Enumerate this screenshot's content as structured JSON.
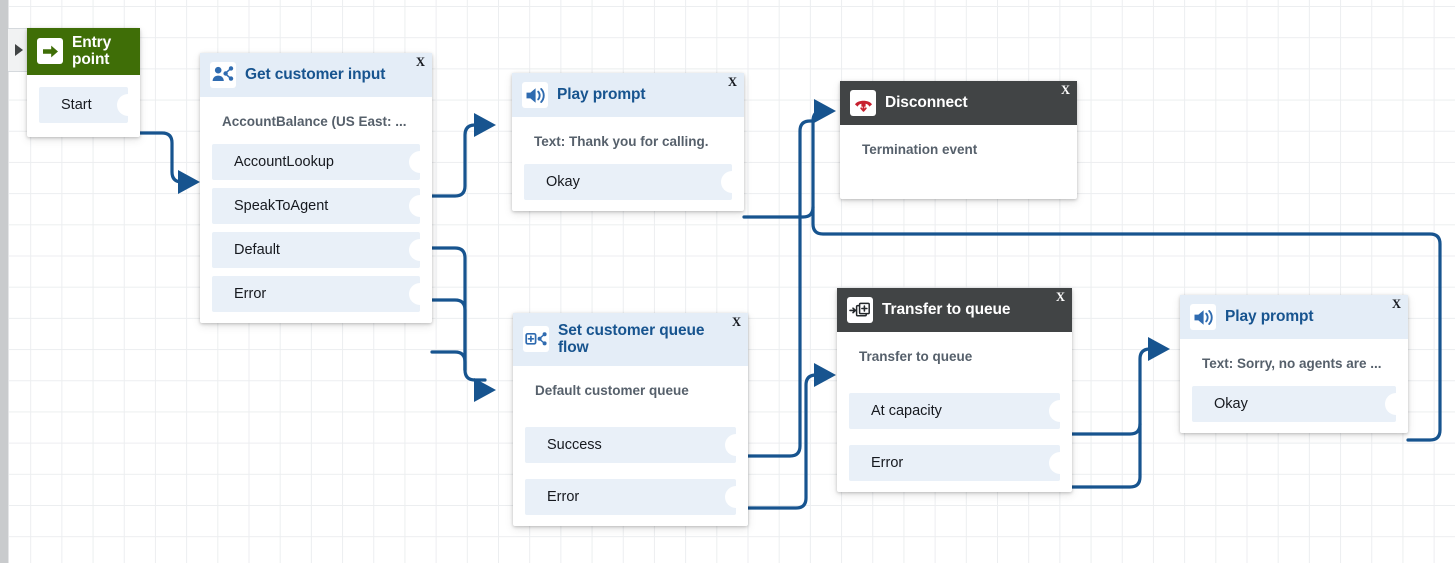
{
  "canvas": {
    "collapse_handle_icon": "triangle-right-icon",
    "grid": "light-grid"
  },
  "colors": {
    "wire": "#17548f",
    "header_blue_bg": "#e4edf7",
    "header_blue_text": "#17548f",
    "header_dark_bg": "#414445",
    "header_green_bg": "#3f6e07",
    "port_bg": "#e9f0f8",
    "subtitle_text": "#56606b"
  },
  "nodes": {
    "entry_point": {
      "title": "Entry point",
      "icon": "arrow-right-icon",
      "ports": [
        {
          "label": "Start"
        }
      ]
    },
    "get_customer_input": {
      "title": "Get customer input",
      "icon": "customer-input-icon",
      "close_label": "X",
      "subtitle": "AccountBalance (US East: ...",
      "ports": [
        {
          "label": "AccountLookup"
        },
        {
          "label": "SpeakToAgent"
        },
        {
          "label": "Default"
        },
        {
          "label": "Error"
        }
      ]
    },
    "play_prompt_thanks": {
      "title": "Play prompt",
      "icon": "speaker-icon",
      "close_label": "X",
      "subtitle": "Text: Thank you for calling.",
      "ports": [
        {
          "label": "Okay"
        }
      ]
    },
    "disconnect": {
      "title": "Disconnect",
      "icon": "phone-hangup-icon",
      "close_label": "X",
      "subtitle": "Termination event",
      "ports": []
    },
    "set_customer_queue_flow": {
      "title": "Set customer queue flow",
      "icon": "set-queue-flow-icon",
      "close_label": "X",
      "subtitle": "Default customer queue",
      "ports": [
        {
          "label": "Success"
        },
        {
          "label": "Error"
        }
      ]
    },
    "transfer_to_queue": {
      "title": "Transfer to queue",
      "icon": "transfer-queue-icon",
      "close_label": "X",
      "subtitle": "Transfer to queue",
      "ports": [
        {
          "label": "At capacity"
        },
        {
          "label": "Error"
        }
      ]
    },
    "play_prompt_no_agents": {
      "title": "Play prompt",
      "icon": "speaker-icon",
      "close_label": "X",
      "subtitle": "Text: Sorry, no agents are ...",
      "ports": [
        {
          "label": "Okay"
        }
      ]
    }
  }
}
